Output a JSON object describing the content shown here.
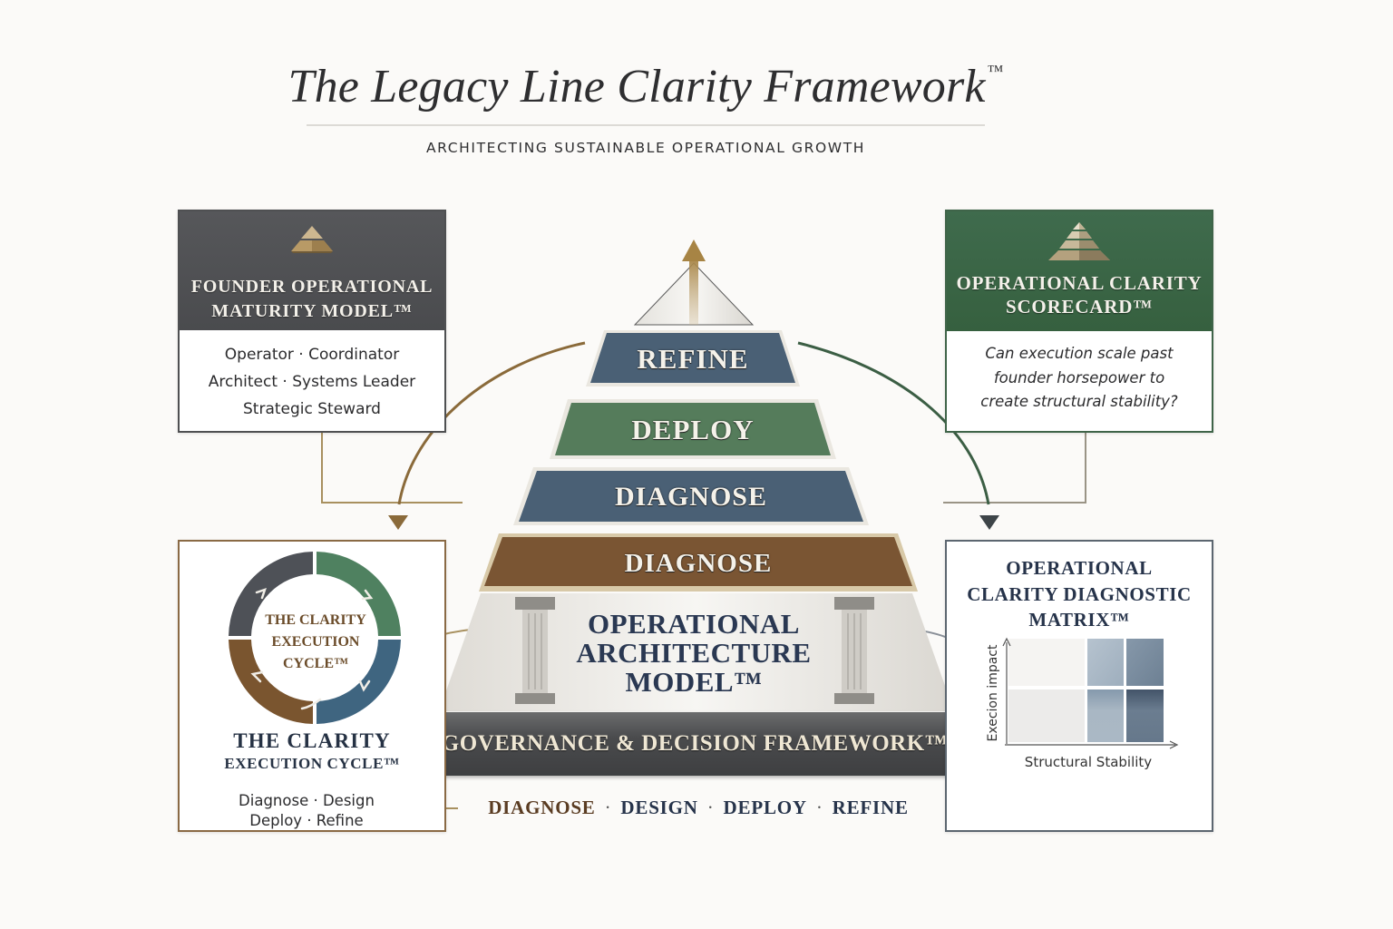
{
  "header": {
    "title": "The Legacy Line Clarity Framework",
    "title_tm": "™",
    "subtitle": "ARCHITECTING SUSTAINABLE OPERATIONAL GROWTH"
  },
  "colors": {
    "navy": "#4a6075",
    "green": "#547b5a",
    "brown": "#7a5533",
    "charcoal": "#505154",
    "gold": "#a8864f",
    "dark_green": "#3f6b4d"
  },
  "cards": {
    "founder_maturity": {
      "title_line1": "FOUNDER OPERATIONAL",
      "title_line2": "MATURITY MODEL™",
      "lines": [
        "Operator · Coordinator",
        "Architect · Systems Leader",
        "Strategic Steward"
      ],
      "icon": "pyramid-icon"
    },
    "scorecard": {
      "title_line1": "OPERATIONAL CLARITY",
      "title_line2": "SCORECARD™",
      "lines": [
        "Can execution scale past",
        "founder horsepower to",
        "create structural stability?"
      ],
      "icon": "pyramid-icon"
    },
    "execution_cycle": {
      "ring_label_line1": "THE CLARITY",
      "ring_label_line2": "EXECUTION",
      "ring_label_line3": "CYCLE™",
      "title_line1": "THE CLARITY",
      "title_line2": "EXECUTION CYCLE™",
      "steps_line1": "Diagnose · Design",
      "steps_line2": "Deploy · Refine"
    },
    "diagnostic_matrix": {
      "title_line1": "OPERATIONAL",
      "title_line2": "CLARITY DIAGNOSTIC",
      "title_line3": "MATRIX™",
      "y_axis_label": "Execion impact",
      "x_axis_label": "Structural Stability"
    }
  },
  "pyramid": {
    "tiers": [
      {
        "label": "REFINE",
        "color": "#4a6075"
      },
      {
        "label": "DEPLOY",
        "color": "#557c5b"
      },
      {
        "label": "DIAGNOSE",
        "color": "#4a6075"
      },
      {
        "label": "DIAGNOSE",
        "color": "#7a5533"
      }
    ],
    "core_line1": "OPERATIONAL",
    "core_line2": "ARCHITECTURE",
    "core_line3": "MODEL™",
    "base_label": "GOVERNANCE & DECISION FRAMEWORK™"
  },
  "bottom_steps": [
    {
      "label": "DIAGNOSE",
      "color": "#5a3c22"
    },
    {
      "label": "DESIGN",
      "color": "#26334a"
    },
    {
      "label": "DEPLOY",
      "color": "#26334a"
    },
    {
      "label": "REFINE",
      "color": "#26334a"
    }
  ]
}
